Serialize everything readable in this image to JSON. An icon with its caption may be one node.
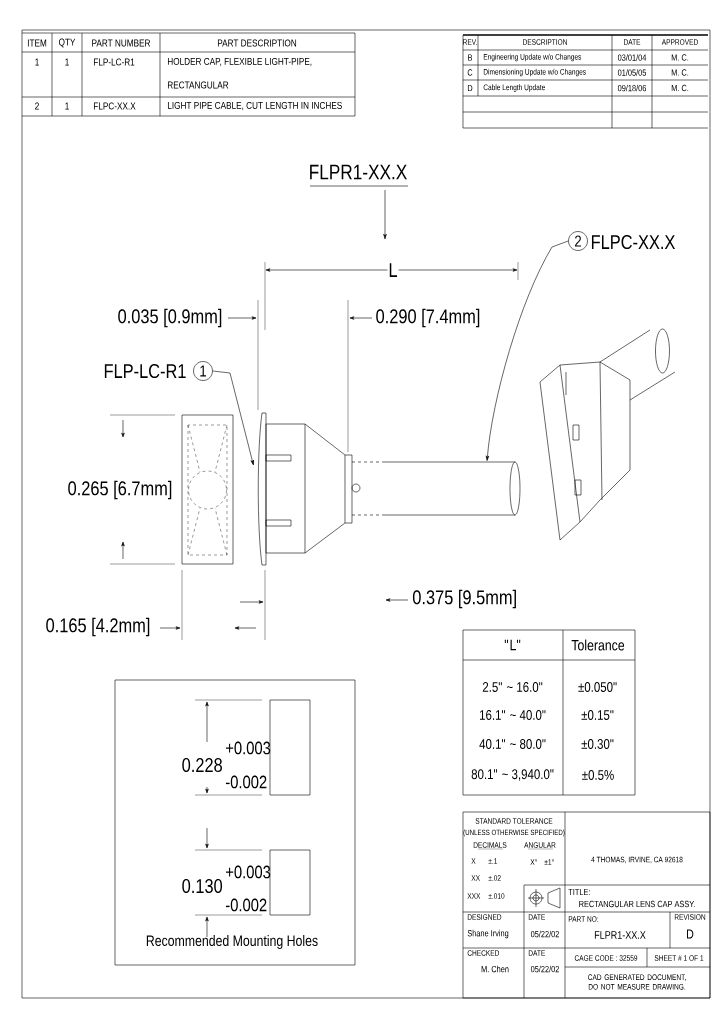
{
  "diagram": {
    "nodes": [
      {
        "text": [
          "FLPR1-XX.X"
        ]
      },
      {
        "text": [],
        "shape": "picture"
      },
      {
        "text": [],
        "shape": "picture"
      },
      {
        "text": [
          "1"
        ]
      },
      {
        "text": [
          "2"
        ]
      }
    ],
    "edges": [
      {
        "from": 0,
        "to": null,
        "arrow": "to"
      },
      {
        "from": 3,
        "to": 1,
        "arrow": "to"
      },
      {
        "from": 4,
        "to": 2,
        "arrow": "to"
      }
    ],
    "labels": [
      "ITEM",
      "QTY",
      "PART NUMBER",
      "PART DESCRIPTION",
      "1",
      "1",
      "FLP-LC-R1",
      "HOLDER CAP, FLEXIBLE LIGHT-PIPE,",
      "RECTANGULAR",
      "2",
      "1",
      "FLPC-XX.X",
      "LIGHT PIPE CABLE, CUT LENGTH IN INCHES",
      "REV.",
      "DESCRIPTION",
      "DATE",
      "APPROVED",
      "B",
      "Engineering Update w/o Changes",
      "03/01/04",
      "M. C.",
      "C",
      "Dimensioning Update w/o Changes",
      "01/05/05",
      "M. C.",
      "D",
      "Cable Length Update",
      "09/18/06",
      "M. C.",
      "L",
      "0.035 [0.9mm]",
      "0.290 [7.4mm]",
      "FLP-LC-R1",
      "FLPC-XX.X",
      "0.265 [6.7mm]",
      "0.165 [4.2mm]",
      "0.375 [9.5mm]",
      "\"L\"",
      "Tolerance",
      "2.5\" ~ 16.0\"",
      "±0.050\"",
      "16.1\" ~ 40.0\"",
      "±0.15\"",
      "40.1\" ~ 80.0\"",
      "±0.30\"",
      "80.1\" ~ 3,940.0\"",
      "±0.5%",
      "0.228",
      "+0.003",
      "-0.002",
      "0.130",
      "+0.003",
      "-0.002",
      "Recommended Mounting Holes",
      "STANDARD TOLERANCE",
      "(UNLESS OTHERWISE SPECIFIED)",
      "DECIMALS",
      "ANGULAR",
      "X",
      "±.1",
      "XX",
      "±.02",
      "XXX",
      "±.010",
      "X°",
      "±1°",
      "4 THOMAS, IRVINE, CA 92618",
      "TITLE:",
      "RECTANGULAR LENS CAP ASSY.",
      "DESIGNED",
      "DATE",
      "Shane Irving",
      "05/22/02",
      "PART NO:",
      "FLPR1-XX.X",
      "REVISION",
      "D",
      "CHECKED",
      "DATE",
      "M. Chen",
      "05/22/02",
      "CAGE CODE : 32559",
      "SHEET # 1 OF 1",
      "CAD GENERATED DOCUMENT, DO NOT MEASURE DRAWING."
    ]
  }
}
